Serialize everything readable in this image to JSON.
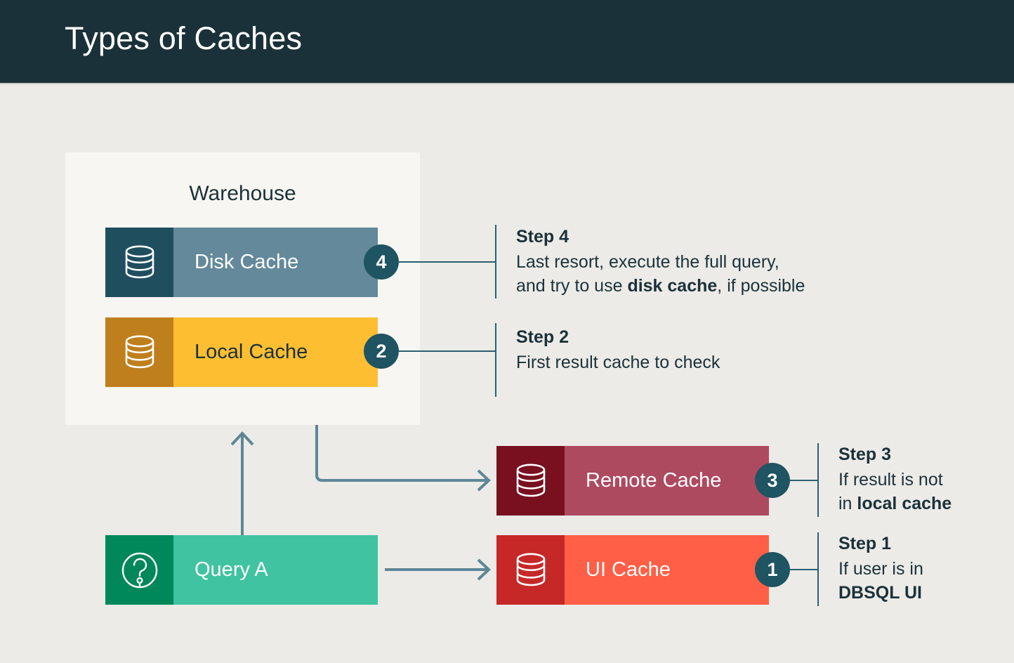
{
  "header": {
    "title": "Types of Caches",
    "background": "#1B3139",
    "text_color": "#FFFFFF"
  },
  "canvas": {
    "background": "#ECEBE8"
  },
  "warehouse": {
    "label": "Warehouse",
    "panel_color": "#F7F6F2"
  },
  "nodes": [
    {
      "id": "disk-cache",
      "label": "Disk Cache",
      "icon": "database-icon",
      "fill": "#63899B",
      "icon_fill": "#1F4E5F",
      "text_color": "#FFFFFF",
      "badge": "4"
    },
    {
      "id": "local-cache",
      "label": "Local Cache",
      "icon": "database-icon",
      "fill": "#FDBE32",
      "icon_fill": "#BE7F1C",
      "text_color": "#1B3139",
      "badge": "2"
    },
    {
      "id": "remote-cache",
      "label": "Remote Cache",
      "icon": "database-icon",
      "fill": "#AE4A60",
      "icon_fill": "#78101F",
      "text_color": "#FFFFFF",
      "badge": "3"
    },
    {
      "id": "ui-cache",
      "label": "UI Cache",
      "icon": "database-icon",
      "fill": "#FF5F46",
      "icon_fill": "#C62828",
      "text_color": "#FFFFFF",
      "badge": "1"
    },
    {
      "id": "query-a",
      "label": "Query A",
      "icon": "question-circle-icon",
      "fill": "#3FC3A0",
      "icon_fill": "#00875A",
      "text_color": "#FFFFFF",
      "badge": null
    }
  ],
  "steps": [
    {
      "id": "step-4",
      "heading": "Step 4",
      "line1": "Last resort, execute the full query,",
      "line2_pre": "and try to use ",
      "line2_bold": "disk cache",
      "line2_post": ", if possible",
      "badge": "4"
    },
    {
      "id": "step-2",
      "heading": "Step 2",
      "line1": "First result cache to check",
      "line2_pre": "",
      "line2_bold": "",
      "line2_post": "",
      "badge": "2"
    },
    {
      "id": "step-3",
      "heading": "Step 3",
      "line1": "If result is not",
      "line2_pre": "in ",
      "line2_bold": "local cache",
      "line2_post": "",
      "badge": "3"
    },
    {
      "id": "step-1",
      "heading": "Step 1",
      "line1": "If user is in",
      "line2_pre": "",
      "line2_bold": "DBSQL UI",
      "line2_post": "",
      "badge": "1"
    }
  ],
  "badges": {
    "four": "4",
    "two": "2",
    "three": "3",
    "one": "1",
    "color": "#1F5462"
  },
  "connectors": {
    "color": "#5E8797",
    "bracket_color": "#2B6072",
    "flows": [
      {
        "from": "query-a",
        "to": "warehouse",
        "shape": "arrow-up"
      },
      {
        "from": "query-a",
        "to": "ui-cache",
        "shape": "arrow-right"
      },
      {
        "from": "local-cache",
        "to": "remote-cache",
        "shape": "elbow-down-right"
      }
    ]
  }
}
